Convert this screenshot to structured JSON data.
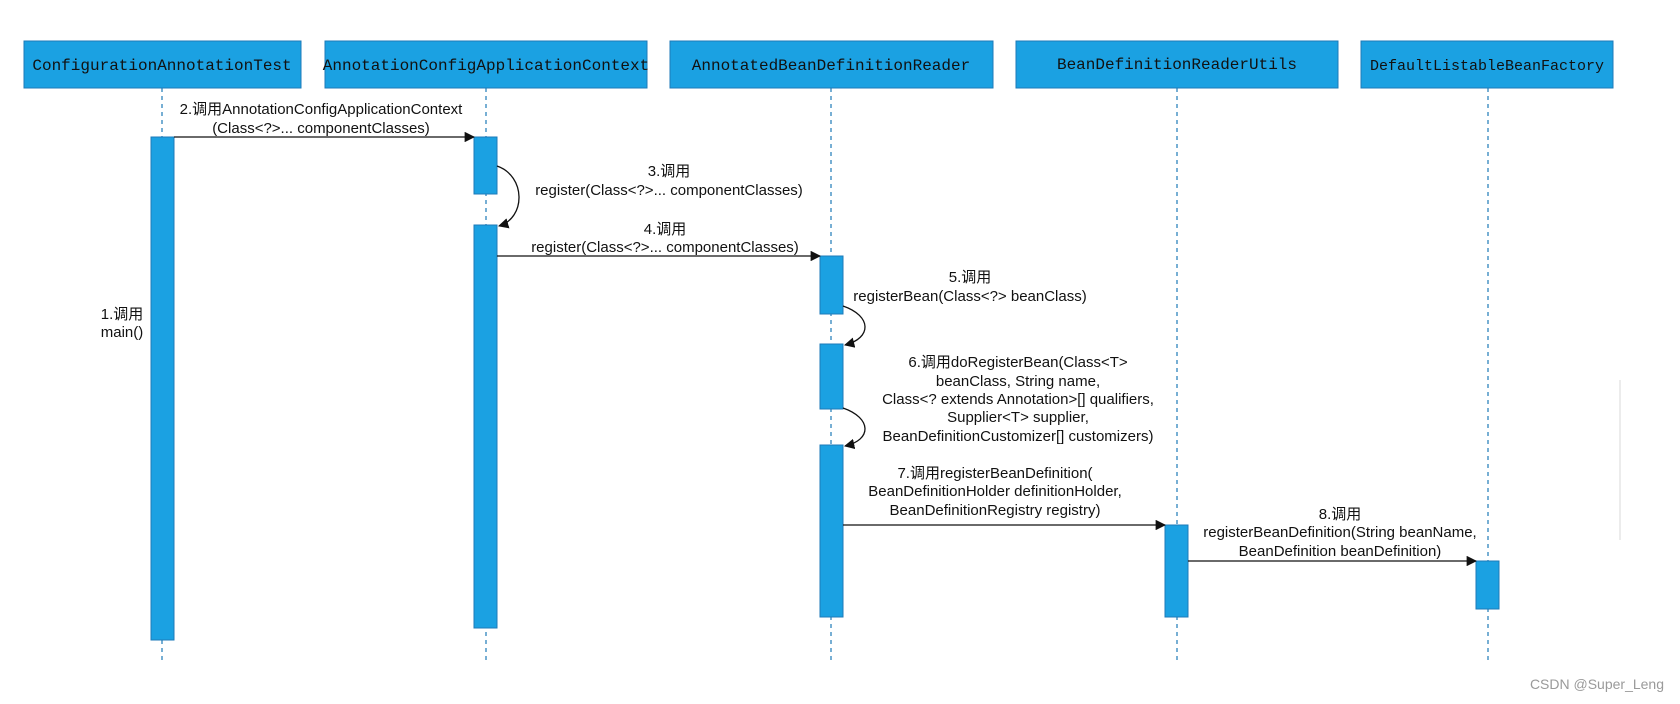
{
  "colors": {
    "lifeline_fill": "#1ba1e2",
    "lifeline_stroke": "#1d7ab8",
    "arrow": "#111111",
    "text": "#111111"
  },
  "lifelines": [
    {
      "id": "test",
      "label": "ConfigurationAnnotationTest"
    },
    {
      "id": "context",
      "label": "AnnotationConfigApplicationContext"
    },
    {
      "id": "reader",
      "label": "AnnotatedBeanDefinitionReader"
    },
    {
      "id": "utils",
      "label": "BeanDefinitionReaderUtils"
    },
    {
      "id": "factory",
      "label": "DefaultListableBeanFactory"
    }
  ],
  "messages": [
    {
      "id": "m1",
      "lines": [
        "1.调用",
        "main()"
      ]
    },
    {
      "id": "m2",
      "lines": [
        "2.调用AnnotationConfigApplicationContext",
        "(Class<?>... componentClasses)"
      ]
    },
    {
      "id": "m3",
      "lines": [
        "3.调用",
        "register(Class<?>... componentClasses)"
      ]
    },
    {
      "id": "m4",
      "lines": [
        "4.调用",
        "register(Class<?>... componentClasses)"
      ]
    },
    {
      "id": "m5",
      "lines": [
        "5.调用",
        "registerBean(Class<?> beanClass)"
      ]
    },
    {
      "id": "m6",
      "lines": [
        "6.调用doRegisterBean(Class<T>",
        "beanClass, String name,",
        "Class<? extends Annotation>[] qualifiers,",
        "Supplier<T> supplier,",
        "BeanDefinitionCustomizer[] customizers)"
      ]
    },
    {
      "id": "m7",
      "lines": [
        "7.调用registerBeanDefinition(",
        "BeanDefinitionHolder definitionHolder,",
        "BeanDefinitionRegistry registry)"
      ]
    },
    {
      "id": "m8",
      "lines": [
        "8.调用",
        "registerBeanDefinition(String beanName,",
        "BeanDefinition beanDefinition)"
      ]
    }
  ],
  "watermark": "CSDN @Super_Leng"
}
